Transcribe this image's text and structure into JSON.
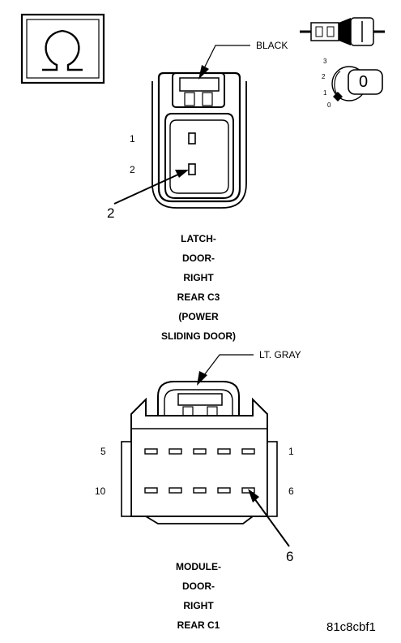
{
  "icons": {
    "ohmmeter": "ohm-icon",
    "connector_probe": "connector-probe-icon",
    "ignition_key": "ignition-key-icon"
  },
  "ignition": {
    "positions": [
      "3",
      "2",
      "1",
      "0"
    ],
    "key_label": "0"
  },
  "connector_c3": {
    "wire_color": "BLACK",
    "pin_labels": [
      "1",
      "2"
    ],
    "callout": "2",
    "caption": [
      "LATCH-",
      "DOOR-",
      "RIGHT",
      "REAR C3",
      "(POWER",
      "SLIDING DOOR)"
    ]
  },
  "connector_c1": {
    "wire_color": "LT. GRAY",
    "pin_labels": [
      "5",
      "1",
      "10",
      "6"
    ],
    "callout": "6",
    "caption": [
      "MODULE-",
      "DOOR-",
      "RIGHT",
      "REAR C1"
    ]
  },
  "figure_id": "81c8cbf1"
}
